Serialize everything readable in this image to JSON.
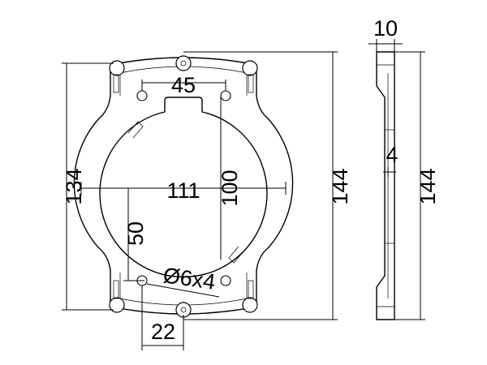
{
  "dimensions": {
    "front_height_outer": "134",
    "front_height_total": "144",
    "hole_spacing_top": "45",
    "opening_diameter": "111",
    "opening_height": "100",
    "offset_vertical": "50",
    "hole_callout": "Ø6x4",
    "offset_horizontal": "22",
    "side_thickness": "10",
    "side_step": "4",
    "side_height": "144"
  }
}
